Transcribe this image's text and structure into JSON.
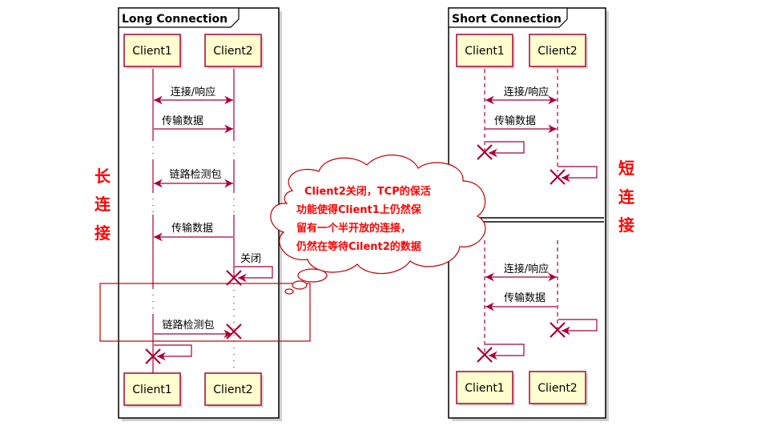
{
  "left_diagram": {
    "title": "Long Connection",
    "participant_a": "Client1",
    "participant_b": "Client2",
    "messages": {
      "connect": "连接/响应",
      "transfer": "传输数据",
      "probe": "链路检测包",
      "transfer_back": "传输数据",
      "close": "关闭",
      "probe_after_close": "链路检测包"
    }
  },
  "right_diagram": {
    "title": "Short Connection",
    "participant_a": "Client1",
    "participant_b": "Client2",
    "messages": {
      "connect": "连接/响应",
      "transfer": "传输数据",
      "connect_2": "连接/响应",
      "transfer_back": "传输数据"
    }
  },
  "labels": {
    "long": [
      "长",
      "连",
      "接"
    ],
    "short": [
      "短",
      "连",
      "接"
    ]
  },
  "callout": {
    "lines": [
      "Client2关闭，TCP的保活",
      "功能使得Client1上仍然保",
      "留有一个半开放的连接，",
      "仍然在等待Cilent2的数据"
    ]
  },
  "colors": {
    "participant_fill": "#fefece",
    "participant_border": "#a80036",
    "message_line": "#a80036",
    "annotation": "#ff0000"
  }
}
